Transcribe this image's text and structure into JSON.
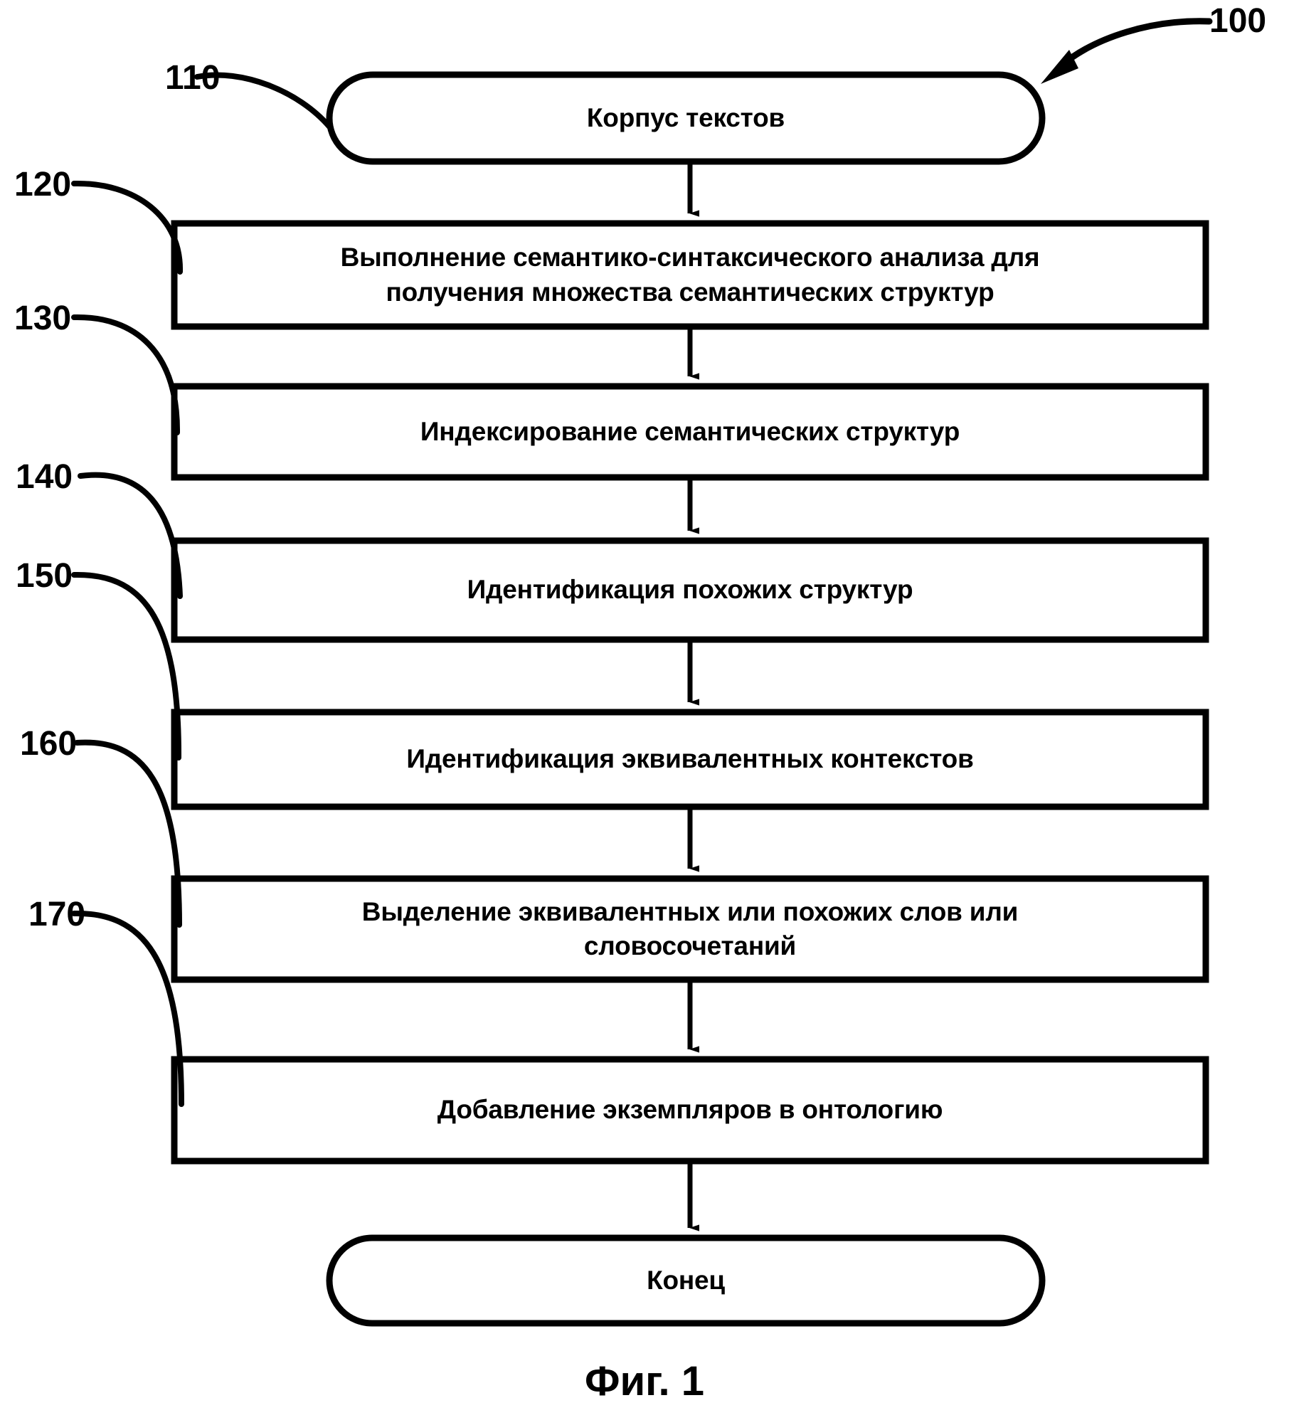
{
  "figure": {
    "caption": "Фиг. 1",
    "diagram_number": "100",
    "line_color": "#000000",
    "background_color": "#ffffff"
  },
  "nodes": [
    {
      "ref": "110",
      "shape": "rounded",
      "label": "Корпус текстов"
    },
    {
      "ref": "120",
      "shape": "rect",
      "label": "Выполнение семантико-синтаксического анализа для\nполучения множества семантических структур"
    },
    {
      "ref": "130",
      "shape": "rect",
      "label": "Индексирование семантических структур"
    },
    {
      "ref": "140",
      "shape": "rect",
      "label": "Идентификация похожих структур"
    },
    {
      "ref": "150",
      "shape": "rect",
      "label": "Идентификация эквивалентных контекстов"
    },
    {
      "ref": "160",
      "shape": "rect",
      "label": "Выделение эквивалентных или похожих слов или\nсловосочетаний"
    },
    {
      "ref": "170",
      "shape": "rect",
      "label": "Добавление экземпляров в онтологию"
    },
    {
      "ref": "",
      "shape": "rounded",
      "label": "Конец"
    }
  ]
}
